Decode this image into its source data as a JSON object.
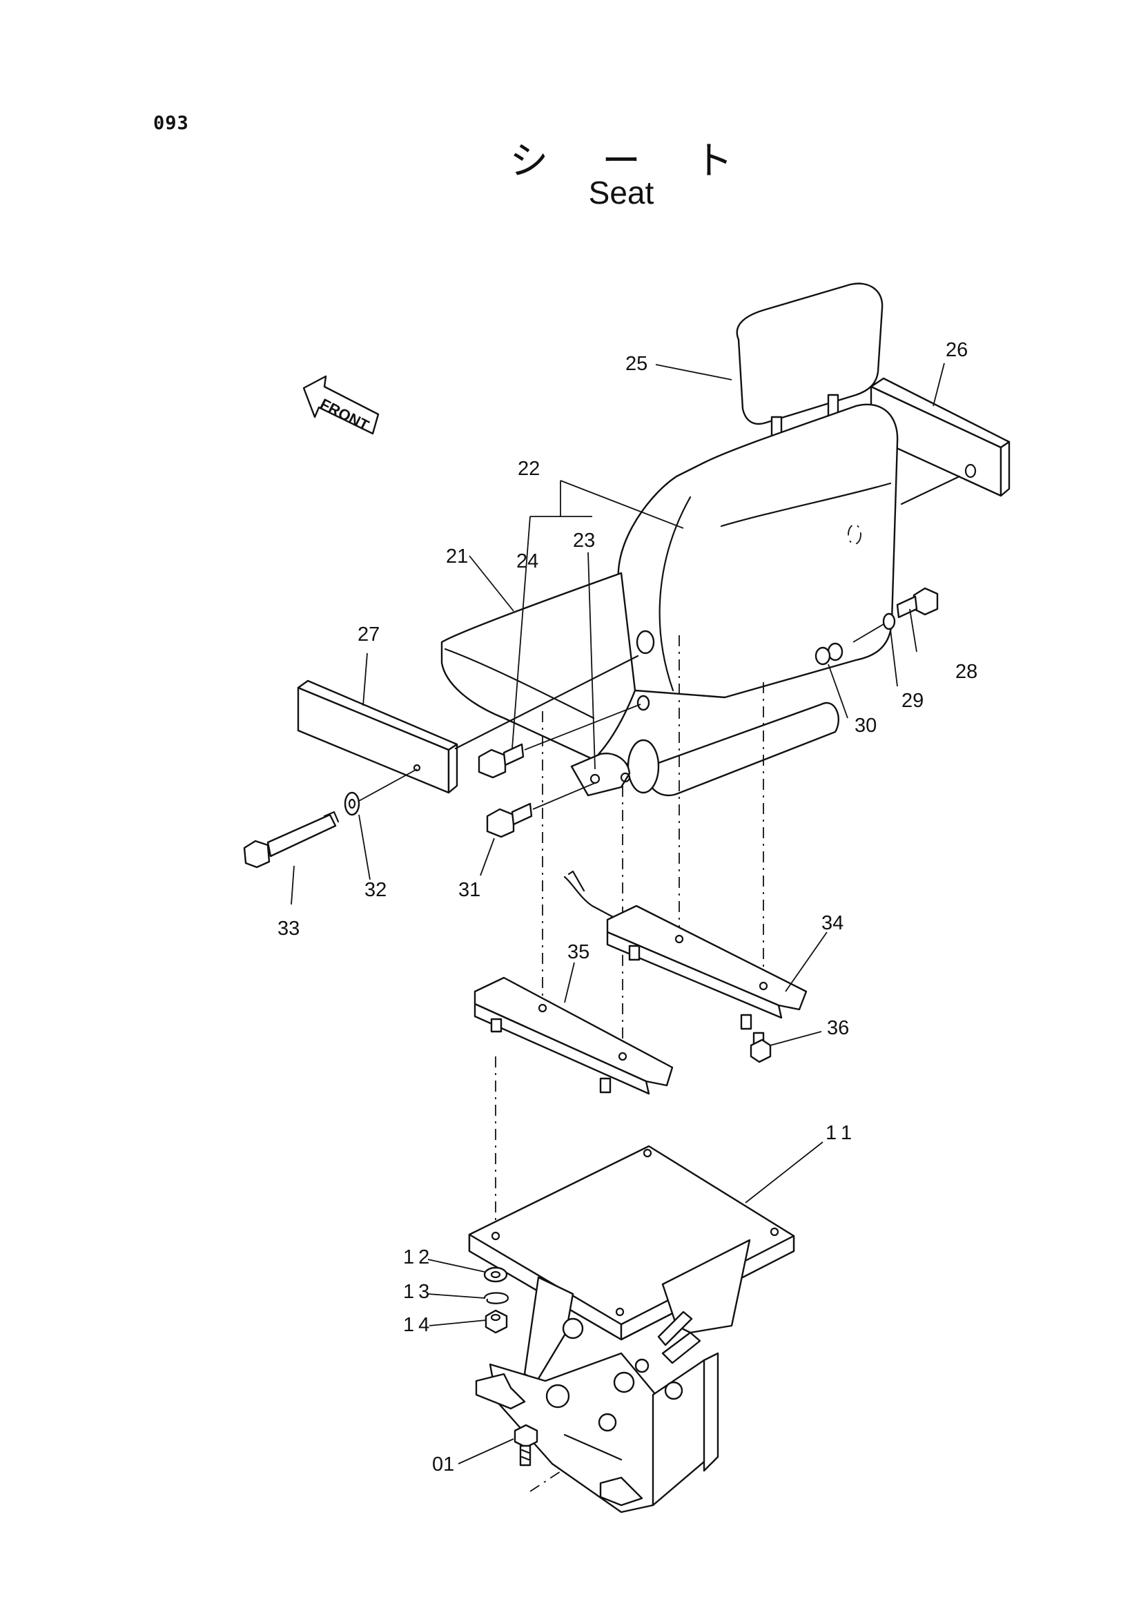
{
  "page": {
    "number": "093",
    "title_jp": "シ ー ト",
    "title_en": "Seat",
    "front_label": "FRONT"
  },
  "callouts": [
    {
      "id": "c25",
      "label": "25"
    },
    {
      "id": "c26",
      "label": "26"
    },
    {
      "id": "c22",
      "label": "22"
    },
    {
      "id": "c23",
      "label": "23"
    },
    {
      "id": "c24",
      "label": "24"
    },
    {
      "id": "c21",
      "label": "21"
    },
    {
      "id": "c27",
      "label": "27"
    },
    {
      "id": "c28",
      "label": "28"
    },
    {
      "id": "c29",
      "label": "29"
    },
    {
      "id": "c30",
      "label": "30"
    },
    {
      "id": "c31",
      "label": "31"
    },
    {
      "id": "c32",
      "label": "32"
    },
    {
      "id": "c33",
      "label": "33"
    },
    {
      "id": "c34",
      "label": "34"
    },
    {
      "id": "c35",
      "label": "35"
    },
    {
      "id": "c36",
      "label": "36"
    },
    {
      "id": "c11",
      "label": "11"
    },
    {
      "id": "c12",
      "label": "12"
    },
    {
      "id": "c13",
      "label": "13"
    },
    {
      "id": "c14",
      "label": "14"
    },
    {
      "id": "c01",
      "label": "01"
    }
  ]
}
